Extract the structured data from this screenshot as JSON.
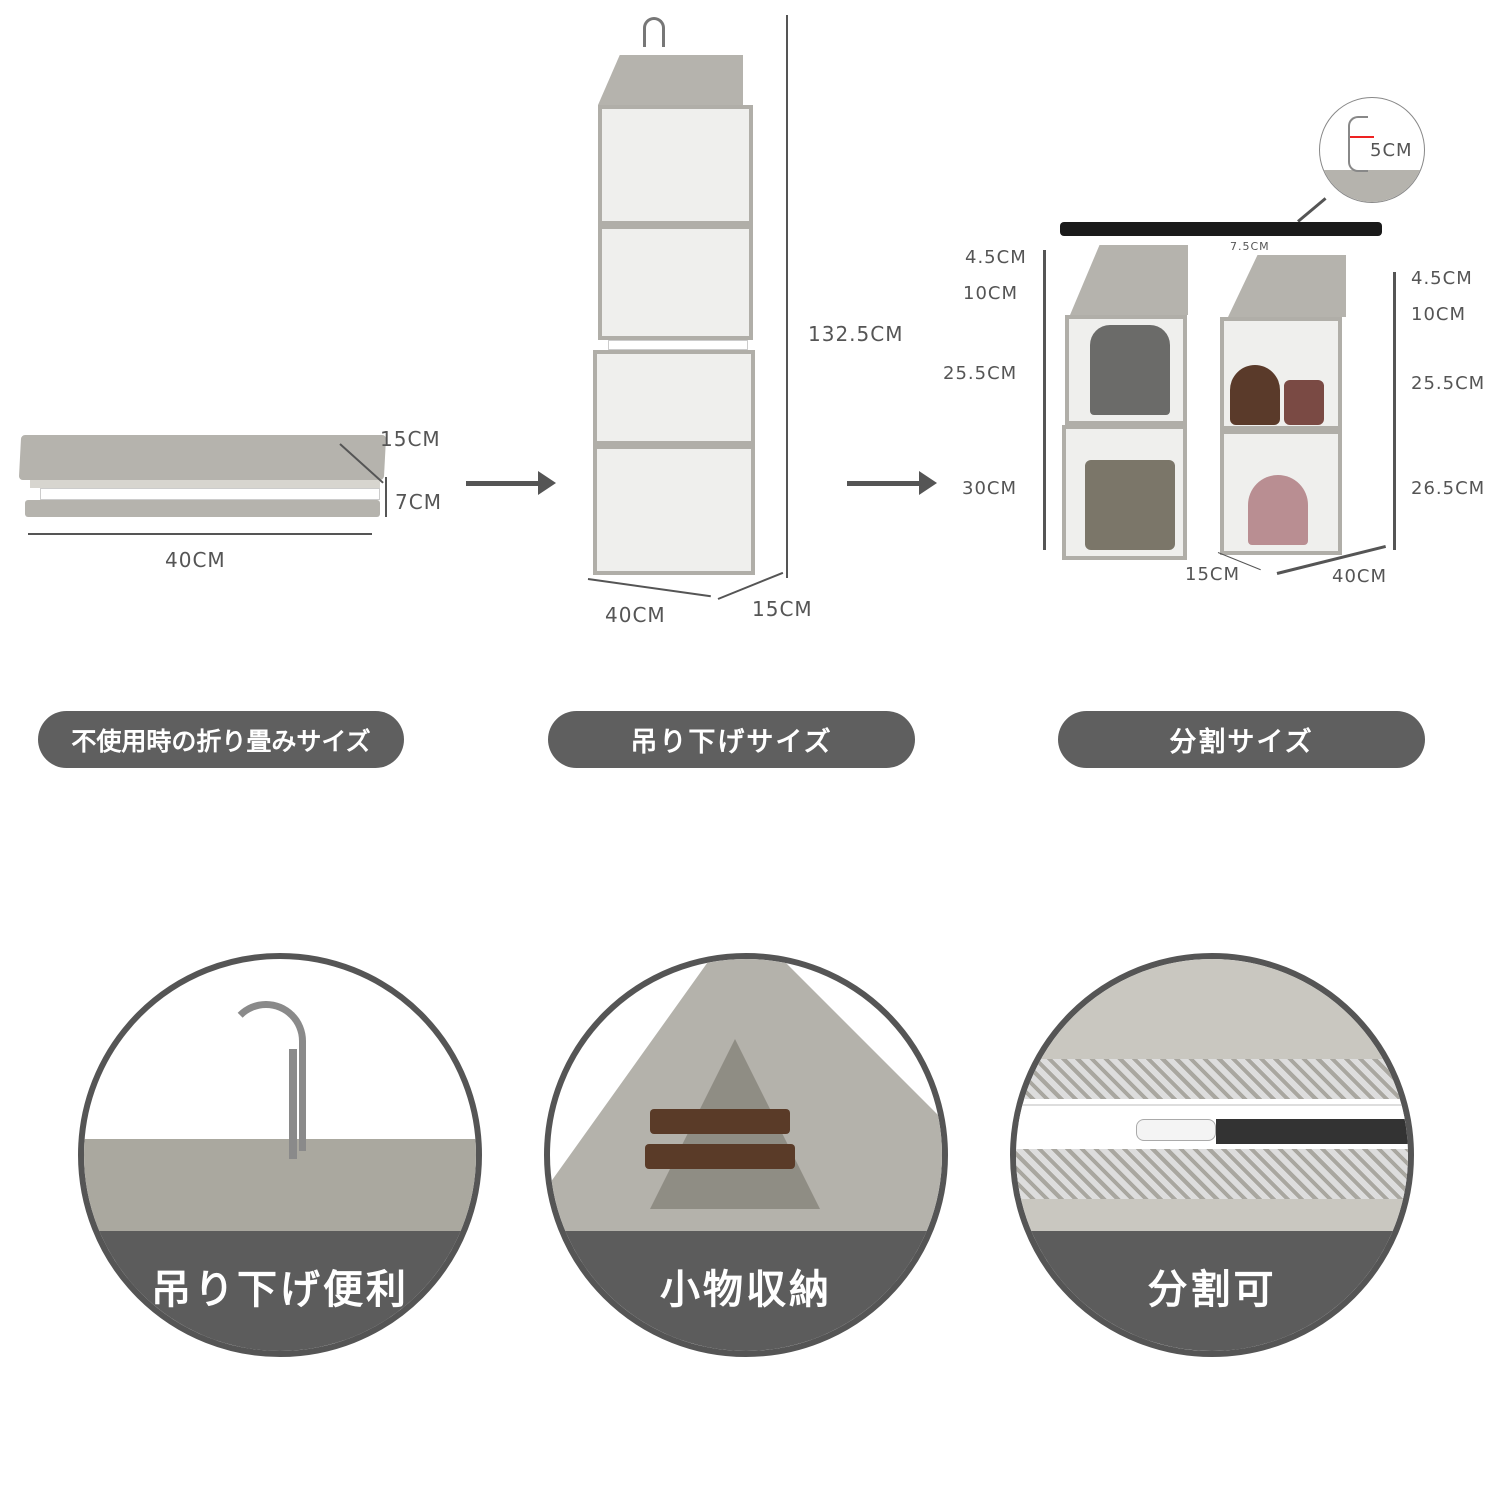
{
  "folded": {
    "depth": "15CM",
    "height": "7CM",
    "width": "40CM",
    "label": "不使用時の折り畳みサイズ"
  },
  "hanging": {
    "height": "132.5CM",
    "width": "40CM",
    "depth": "15CM",
    "label": "吊り下げサイズ"
  },
  "split": {
    "hook_width": "5CM",
    "gap": "7.5CM",
    "left": [
      "4.5CM",
      "10CM",
      "25.5CM",
      "30CM"
    ],
    "right": [
      "4.5CM",
      "10CM",
      "25.5CM",
      "26.5CM"
    ],
    "depth": "15CM",
    "width": "40CM",
    "label": "分割サイズ"
  },
  "features": [
    {
      "label": "吊り下げ便利"
    },
    {
      "label": "小物収納"
    },
    {
      "label": "分割可"
    }
  ],
  "colors": {
    "pill": "#5f5f5f",
    "fabric": "#b5b3ad",
    "text": "#555555"
  }
}
